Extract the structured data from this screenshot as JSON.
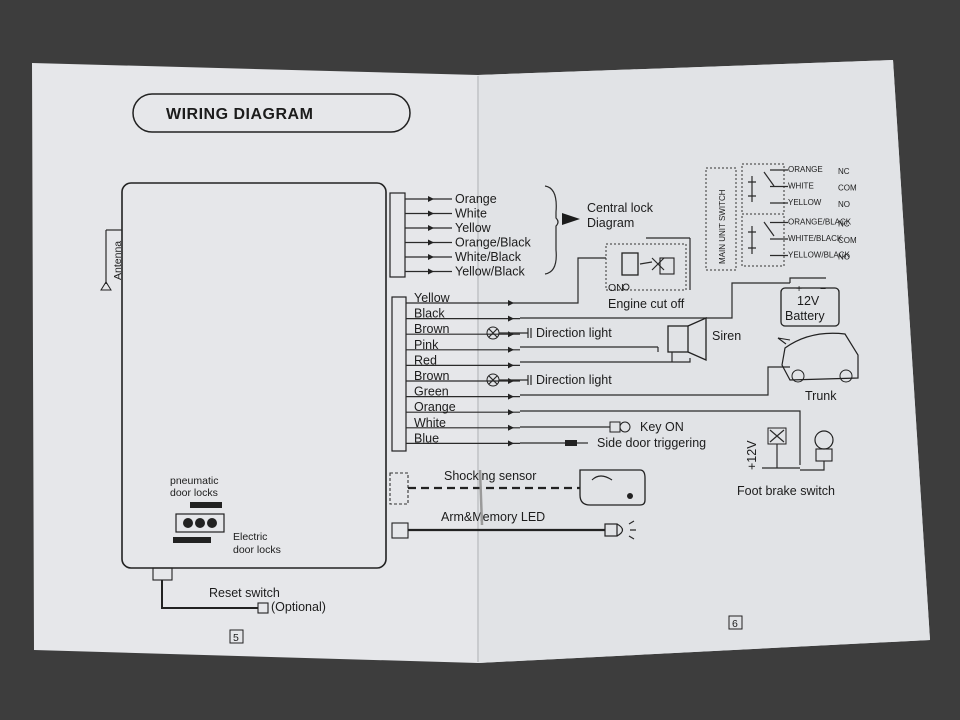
{
  "title": "WIRING DIAGRAM",
  "antenna": "Antenna",
  "top_wires": [
    "Orange",
    "White",
    "Yellow",
    "Orange/Black",
    "White/Black",
    "Yellow/Black"
  ],
  "central_lock": [
    "Central lock",
    "Diagram"
  ],
  "main_wires": [
    "Yellow",
    "Black",
    "Brown",
    "Pink",
    "Red",
    "Brown",
    "Green",
    "Orange",
    "White",
    "Blue"
  ],
  "labels": {
    "direction_light_1": "Direction light",
    "direction_light_2": "Direction light",
    "siren": "Siren",
    "engine_cut_off": "Engine cut off",
    "on": "ON",
    "battery_volt": "12V",
    "battery": "Battery",
    "trunk": "Trunk",
    "key_on": "Key ON",
    "side_door": "Side door triggering",
    "plus12v": "+12V",
    "foot_brake": "Foot brake switch",
    "shocking_sensor": "Shocking sensor",
    "arm_led": "Arm&Memory LED",
    "pneumatic": [
      "pneumatic",
      "door locks"
    ],
    "electric": [
      "Electric",
      "door locks"
    ],
    "reset_switch": "Reset switch",
    "optional": "(Optional)"
  },
  "relay": {
    "main_unit_switch": "MAIN UNIT SWITCH",
    "rows": [
      {
        "label": "ORANGE",
        "code": "NC"
      },
      {
        "label": "WHITE",
        "code": "COM"
      },
      {
        "label": "YELLOW",
        "code": "NO"
      },
      {
        "label": "ORANGE/BLACK",
        "code": "NC"
      },
      {
        "label": "WHITE/BLACK",
        "code": "COM"
      },
      {
        "label": "YELLOW/BLACK",
        "code": "NO"
      }
    ]
  },
  "pages": [
    "5",
    "6"
  ]
}
